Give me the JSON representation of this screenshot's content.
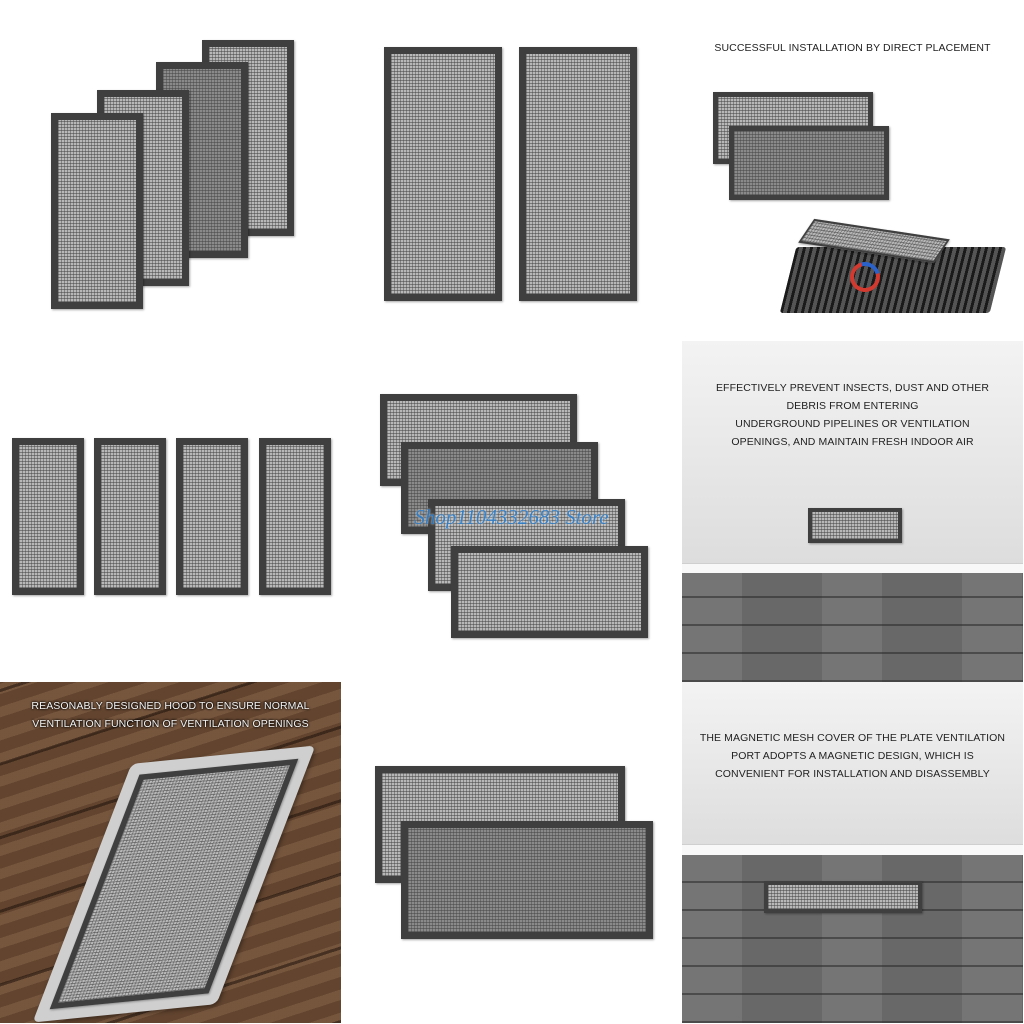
{
  "tiles": {
    "t3": {
      "caption": "SUCCESSFUL INSTALLATION BY DIRECT PLACEMENT"
    },
    "t5": {
      "watermark": "Shop1104332683 Store"
    },
    "t6": {
      "caption_lines": [
        "EFFECTIVELY PREVENT INSECTS, DUST AND OTHER",
        "DEBRIS FROM ENTERING",
        "UNDERGROUND PIPELINES OR VENTILATION",
        "OPENINGS, AND MAINTAIN FRESH INDOOR AIR"
      ]
    },
    "t7": {
      "caption_lines": [
        "REASONABLY DESIGNED HOOD TO ENSURE NORMAL",
        "VENTILATION FUNCTION OF VENTILATION OPENINGS"
      ]
    },
    "t9": {
      "caption_lines": [
        "THE MAGNETIC MESH COVER OF THE PLATE VENTILATION",
        "PORT ADOPTS A MAGNETIC DESIGN, WHICH IS",
        "CONVENIENT FOR INSTALLATION AND DISASSEMBLY"
      ]
    }
  }
}
